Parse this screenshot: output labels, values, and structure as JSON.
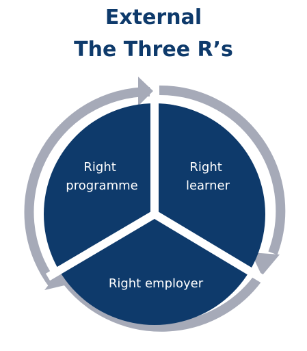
{
  "title": {
    "line1": "External",
    "line2": "The Three R’s"
  },
  "segments": [
    {
      "lines": [
        "Right",
        "programme"
      ]
    },
    {
      "lines": [
        "Right",
        "learner"
      ]
    },
    {
      "lines": [
        "Right employer"
      ]
    }
  ],
  "colors": {
    "title": "#0e3a6b",
    "segment_fill": "#0e3a6b",
    "ring": "#a6aab8",
    "gap": "#ffffff",
    "label": "#ffffff"
  }
}
